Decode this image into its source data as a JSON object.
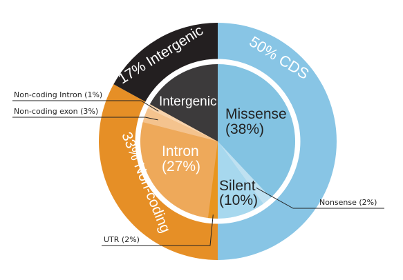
{
  "chart_data": {
    "type": "pie",
    "outer_ring": [
      {
        "label": "50% CDS",
        "value": 50,
        "color": "#88c5e5"
      },
      {
        "label": "33% Non-coding",
        "value": 33,
        "color": "#e68f26"
      },
      {
        "label": "17% Intergenic",
        "value": 17,
        "color": "#231f20"
      }
    ],
    "inner_pie": [
      {
        "name": "Missense",
        "pct": "(38%)",
        "value": 38,
        "color": "#83c3e2"
      },
      {
        "name": "Nonsense (2%)",
        "value": 2,
        "color": "#bfe1f1"
      },
      {
        "name": "Silent",
        "pct": "(10%)",
        "value": 10,
        "color": "#a7d8ee"
      },
      {
        "name": "UTR (2%)",
        "value": 2,
        "color": "#e8951f"
      },
      {
        "name": "Intron",
        "pct": "(27%)",
        "value": 27,
        "color": "#eea95a"
      },
      {
        "name": "Non-coding exon (3%)",
        "value": 3,
        "color": "#f4c38e"
      },
      {
        "name": "Non-coding Intron (1%)",
        "value": 1,
        "color": "#f7d3ac"
      },
      {
        "name": "Intergenic",
        "value": 17,
        "color": "#3c3a3b"
      }
    ],
    "colors": {
      "divider": "#ffffff",
      "callout_line": "#222222"
    }
  }
}
